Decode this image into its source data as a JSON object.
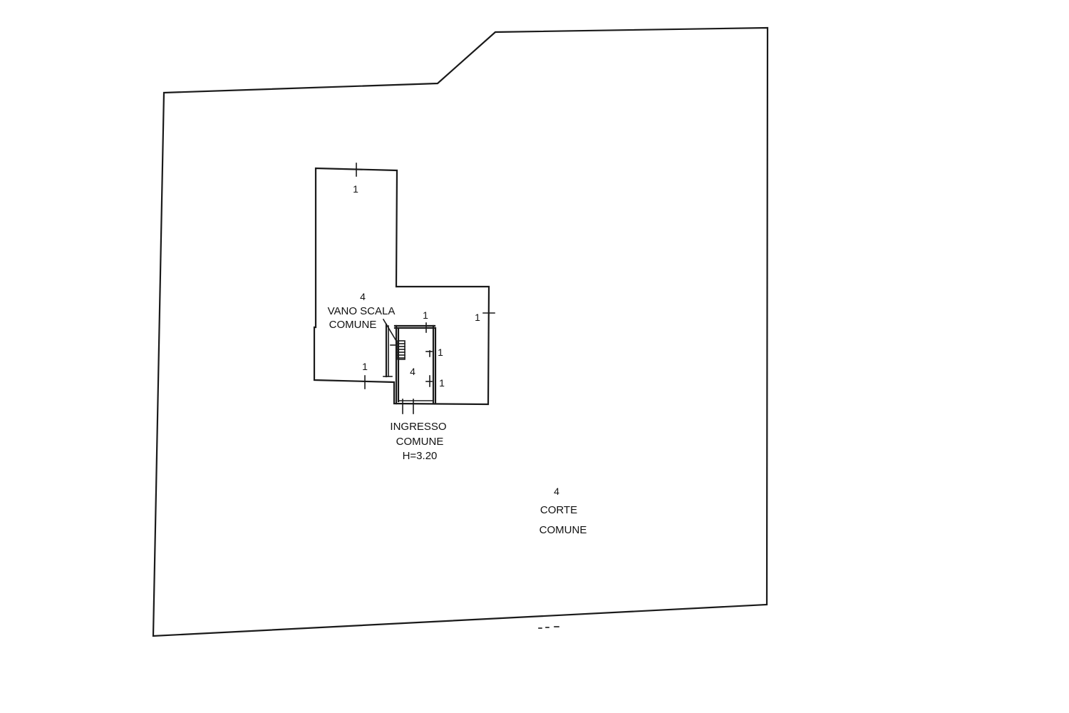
{
  "plan": {
    "labels": {
      "vano_scala_num": "4",
      "vano_scala_line1": "VANO SCALA",
      "vano_scala_line2": "COMUNE",
      "ingresso_inner_num": "4",
      "ingresso_line1": "INGRESSO",
      "ingresso_line2": "COMUNE",
      "ingresso_height": "H=3.20",
      "corte_num": "4",
      "corte_line1": "CORTE",
      "corte_line2": "COMUNE"
    },
    "markers": {
      "top": "1",
      "right": "1",
      "stair_top": "1",
      "inner_upper": "1",
      "inner_lower": "1",
      "bottom_left": "1"
    },
    "line_color": "#1a1a1a"
  }
}
